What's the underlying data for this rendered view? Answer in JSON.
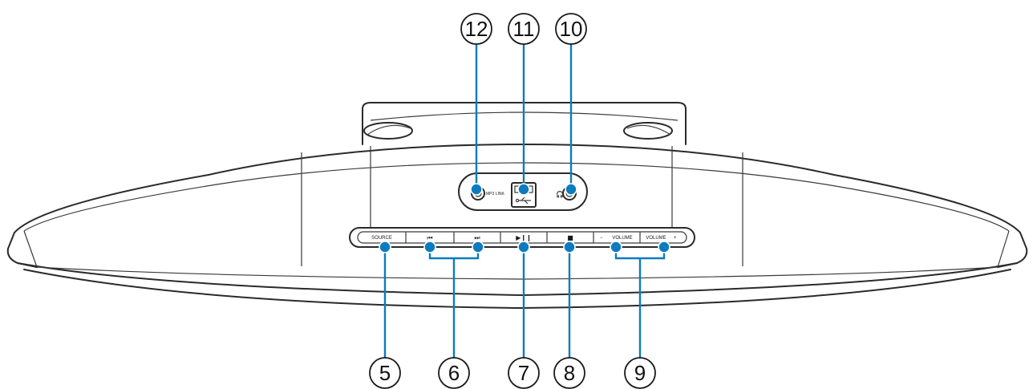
{
  "device": {
    "buttons": [
      {
        "id": "source",
        "label": "SOURCE"
      },
      {
        "id": "prev",
        "label": "⏮"
      },
      {
        "id": "next",
        "label": "⏭"
      },
      {
        "id": "play",
        "label": "▶❙❙"
      },
      {
        "id": "stop",
        "label": "■"
      },
      {
        "id": "vol-down",
        "label": "VOLUME",
        "sign": "−"
      },
      {
        "id": "vol-up",
        "label": "VOLUME",
        "sign": "+"
      }
    ],
    "ports": {
      "mp3_label": "MP3 LINK",
      "headphone_glyph": "🎧"
    }
  },
  "callouts": {
    "c5": "5",
    "c6": "6",
    "c7": "7",
    "c8": "8",
    "c9": "9",
    "c10": "10",
    "c11": "11",
    "c12": "12"
  }
}
